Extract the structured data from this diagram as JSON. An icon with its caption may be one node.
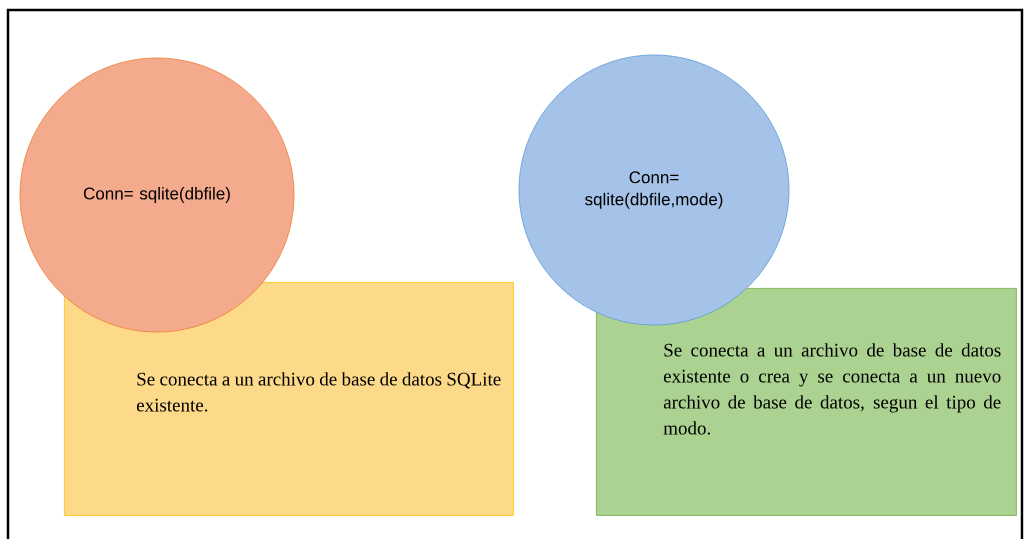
{
  "diagram": {
    "nodes": [
      {
        "text": [
          "Conn= sqlite(dbfile)"
        ]
      },
      {
        "text": [
          "Se conecta a un archivo de base de datos SQLite existente."
        ]
      },
      {
        "text": [
          "Conn= sqlite(dbfile,mode)"
        ]
      },
      {
        "text": [
          "Se conecta a un archivo de base de datos existente o crea y se conecta a un nuevo archivo de base de datos, segun el tipo de modo."
        ]
      }
    ]
  }
}
